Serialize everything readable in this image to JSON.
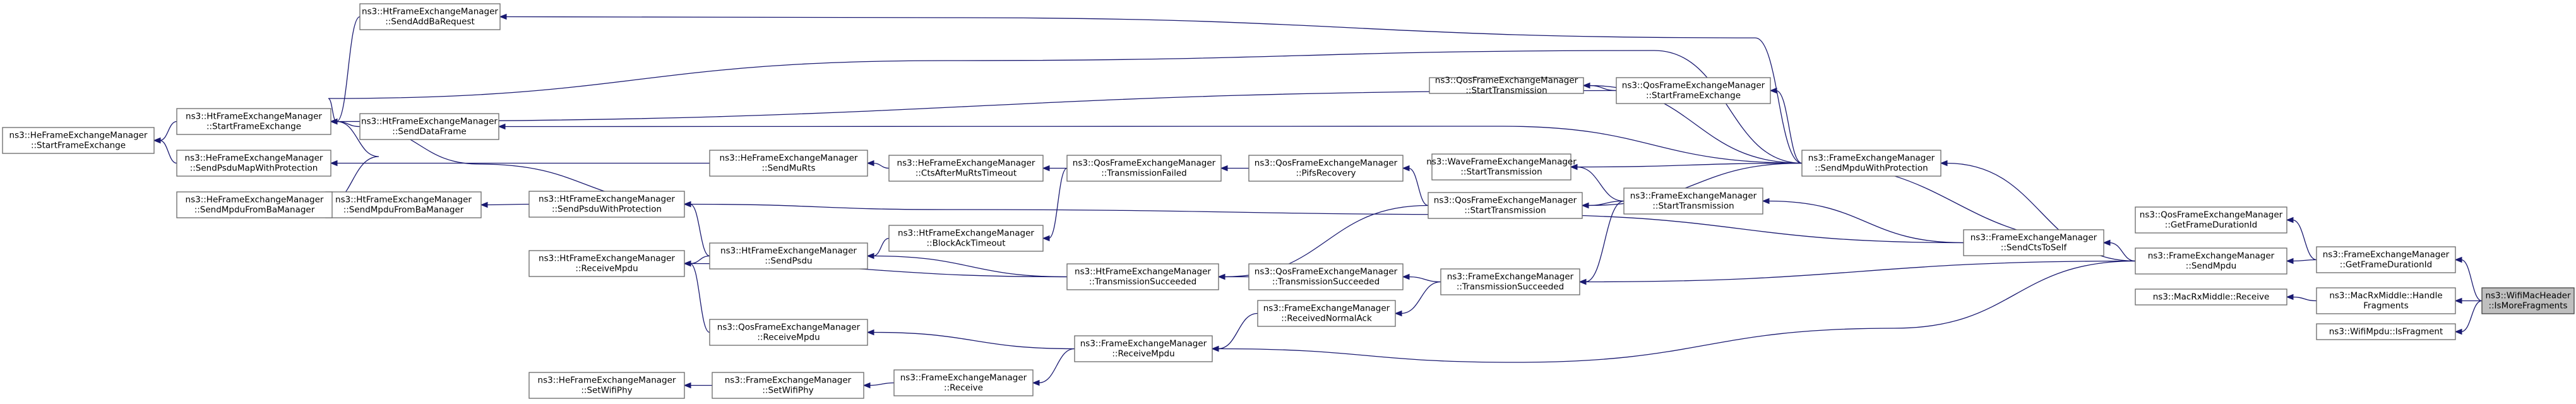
{
  "diagram": {
    "type": "call-graph",
    "colors": {
      "edge": "#191970",
      "node_border": "#666666",
      "focus_fill": "#bfbfbf",
      "background": "#ffffff"
    },
    "nodes": [
      {
        "id": "n1",
        "lines": [
          "ns3::WifiMacHeader",
          "::IsMoreFragments"
        ],
        "focus": true
      },
      {
        "id": "n2",
        "lines": [
          "ns3::FrameExchangeManager",
          "::GetFrameDurationId"
        ]
      },
      {
        "id": "n3",
        "lines": [
          "ns3::MacRxMiddle::Handle",
          "Fragments"
        ]
      },
      {
        "id": "n4",
        "lines": [
          "ns3::WifiMpdu::IsFragment"
        ]
      },
      {
        "id": "n5",
        "lines": [
          "ns3::QosFrameExchangeManager",
          "::GetFrameDurationId"
        ]
      },
      {
        "id": "n6",
        "lines": [
          "ns3::FrameExchangeManager",
          "::SendMpdu"
        ]
      },
      {
        "id": "n7",
        "lines": [
          "ns3::MacRxMiddle::Receive"
        ]
      },
      {
        "id": "n8",
        "lines": [
          "ns3::FrameExchangeManager",
          "::SendMpduWithProtection"
        ]
      },
      {
        "id": "n9",
        "lines": [
          "ns3::FrameExchangeManager",
          "::SendCtsToSelf"
        ]
      },
      {
        "id": "n10",
        "lines": [
          "ns3::FrameExchangeManager",
          "::StartTransmission"
        ]
      },
      {
        "id": "n11",
        "lines": [
          "ns3::FrameExchangeManager",
          "::TransmissionSucceeded"
        ]
      },
      {
        "id": "n12",
        "lines": [
          "ns3::QosFrameExchangeManager",
          "::StartFrameExchange"
        ]
      },
      {
        "id": "n13",
        "lines": [
          "ns3::QosFrameExchangeManager",
          "::StartTransmission"
        ]
      },
      {
        "id": "n14",
        "lines": [
          "ns3::QosFrameExchangeManager",
          "::StartTransmission"
        ]
      },
      {
        "id": "n15",
        "lines": [
          "ns3::WaveFrameExchangeManager",
          "::StartTransmission"
        ]
      },
      {
        "id": "n16",
        "lines": [
          "ns3::QosFrameExchangeManager",
          "::TransmissionSucceeded"
        ]
      },
      {
        "id": "n17",
        "lines": [
          "ns3::FrameExchangeManager",
          "::ReceivedNormalAck"
        ]
      },
      {
        "id": "n18",
        "lines": [
          "ns3::QosFrameExchangeManager",
          "::PifsRecovery"
        ]
      },
      {
        "id": "n19",
        "lines": [
          "ns3::QosFrameExchangeManager",
          "::TransmissionFailed"
        ]
      },
      {
        "id": "n20",
        "lines": [
          "ns3::HtFrameExchangeManager",
          "::TransmissionSucceeded"
        ]
      },
      {
        "id": "n21",
        "lines": [
          "ns3::FrameExchangeManager",
          "::ReceiveMpdu"
        ]
      },
      {
        "id": "n22",
        "lines": [
          "ns3::HeFrameExchangeManager",
          "::CtsAfterMuRtsTimeout"
        ]
      },
      {
        "id": "n23",
        "lines": [
          "ns3::HtFrameExchangeManager",
          "::BlockAckTimeout"
        ]
      },
      {
        "id": "n24",
        "lines": [
          "ns3::FrameExchangeManager",
          "::Receive"
        ]
      },
      {
        "id": "n25",
        "lines": [
          "ns3::HeFrameExchangeManager",
          "::SendMuRts"
        ]
      },
      {
        "id": "n26",
        "lines": [
          "ns3::HtFrameExchangeManager",
          "::SendPsdu"
        ]
      },
      {
        "id": "n27",
        "lines": [
          "ns3::QosFrameExchangeManager",
          "::ReceiveMpdu"
        ]
      },
      {
        "id": "n28",
        "lines": [
          "ns3::FrameExchangeManager",
          "::SetWifiPhy"
        ]
      },
      {
        "id": "n29",
        "lines": [
          "ns3::HtFrameExchangeManager",
          "::SendAddBaRequest"
        ]
      },
      {
        "id": "n30",
        "lines": [
          "ns3::HtFrameExchangeManager",
          "::SendDataFrame"
        ]
      },
      {
        "id": "n31",
        "lines": [
          "ns3::HtFrameExchangeManager",
          "::SendPsduWithProtection"
        ]
      },
      {
        "id": "n32",
        "lines": [
          "ns3::HtFrameExchangeManager",
          "::ReceiveMpdu"
        ]
      },
      {
        "id": "n33",
        "lines": [
          "ns3::HeFrameExchangeManager",
          "::SetWifiPhy"
        ]
      },
      {
        "id": "n34",
        "lines": [
          "ns3::HtFrameExchangeManager",
          "::StartFrameExchange"
        ]
      },
      {
        "id": "n35",
        "lines": [
          "ns3::HeFrameExchangeManager",
          "::SendPsduMapWithProtection"
        ]
      },
      {
        "id": "n36",
        "lines": [
          "ns3::HtFrameExchangeManager",
          "::SendMpduFromBaManager"
        ]
      },
      {
        "id": "n37",
        "lines": [
          "ns3::HeFrameExchangeManager",
          "::SendMpduFromBaManager"
        ]
      },
      {
        "id": "n38",
        "lines": [
          "ns3::HeFrameExchangeManager",
          "::StartFrameExchange"
        ]
      }
    ],
    "edges": [
      [
        "n1",
        "n2"
      ],
      [
        "n1",
        "n3"
      ],
      [
        "n1",
        "n4"
      ],
      [
        "n2",
        "n5"
      ],
      [
        "n2",
        "n6"
      ],
      [
        "n3",
        "n7"
      ],
      [
        "n6",
        "n8"
      ],
      [
        "n6",
        "n9"
      ],
      [
        "n6",
        "n11"
      ],
      [
        "n6",
        "n21"
      ],
      [
        "n8",
        "n12"
      ],
      [
        "n8",
        "n13"
      ],
      [
        "n8",
        "n14"
      ],
      [
        "n8",
        "n15"
      ],
      [
        "n8",
        "n29"
      ],
      [
        "n8",
        "n30"
      ],
      [
        "n8",
        "n34"
      ],
      [
        "n8",
        "n9"
      ],
      [
        "n9",
        "n10"
      ],
      [
        "n9",
        "n31"
      ],
      [
        "n10",
        "n14"
      ],
      [
        "n10",
        "n15"
      ],
      [
        "n10",
        "n11"
      ],
      [
        "n11",
        "n16"
      ],
      [
        "n11",
        "n17"
      ],
      [
        "n12",
        "n13"
      ],
      [
        "n12",
        "n34"
      ],
      [
        "n14",
        "n18"
      ],
      [
        "n14",
        "n20"
      ],
      [
        "n16",
        "n20"
      ],
      [
        "n17",
        "n21"
      ],
      [
        "n18",
        "n19"
      ],
      [
        "n19",
        "n22"
      ],
      [
        "n19",
        "n23"
      ],
      [
        "n20",
        "n26"
      ],
      [
        "n20",
        "n32"
      ],
      [
        "n21",
        "n24"
      ],
      [
        "n21",
        "n27"
      ],
      [
        "n22",
        "n25"
      ],
      [
        "n23",
        "n26"
      ],
      [
        "n24",
        "n28"
      ],
      [
        "n25",
        "n35"
      ],
      [
        "n26",
        "n31"
      ],
      [
        "n26",
        "n32"
      ],
      [
        "n27",
        "n32"
      ],
      [
        "n28",
        "n33"
      ],
      [
        "n29",
        "n34"
      ],
      [
        "n30",
        "n34"
      ],
      [
        "n30",
        "n31"
      ],
      [
        "n31",
        "n36"
      ],
      [
        "n35",
        "n38"
      ],
      [
        "n36",
        "n34"
      ],
      [
        "n36",
        "n37"
      ],
      [
        "n34",
        "n38"
      ]
    ]
  }
}
